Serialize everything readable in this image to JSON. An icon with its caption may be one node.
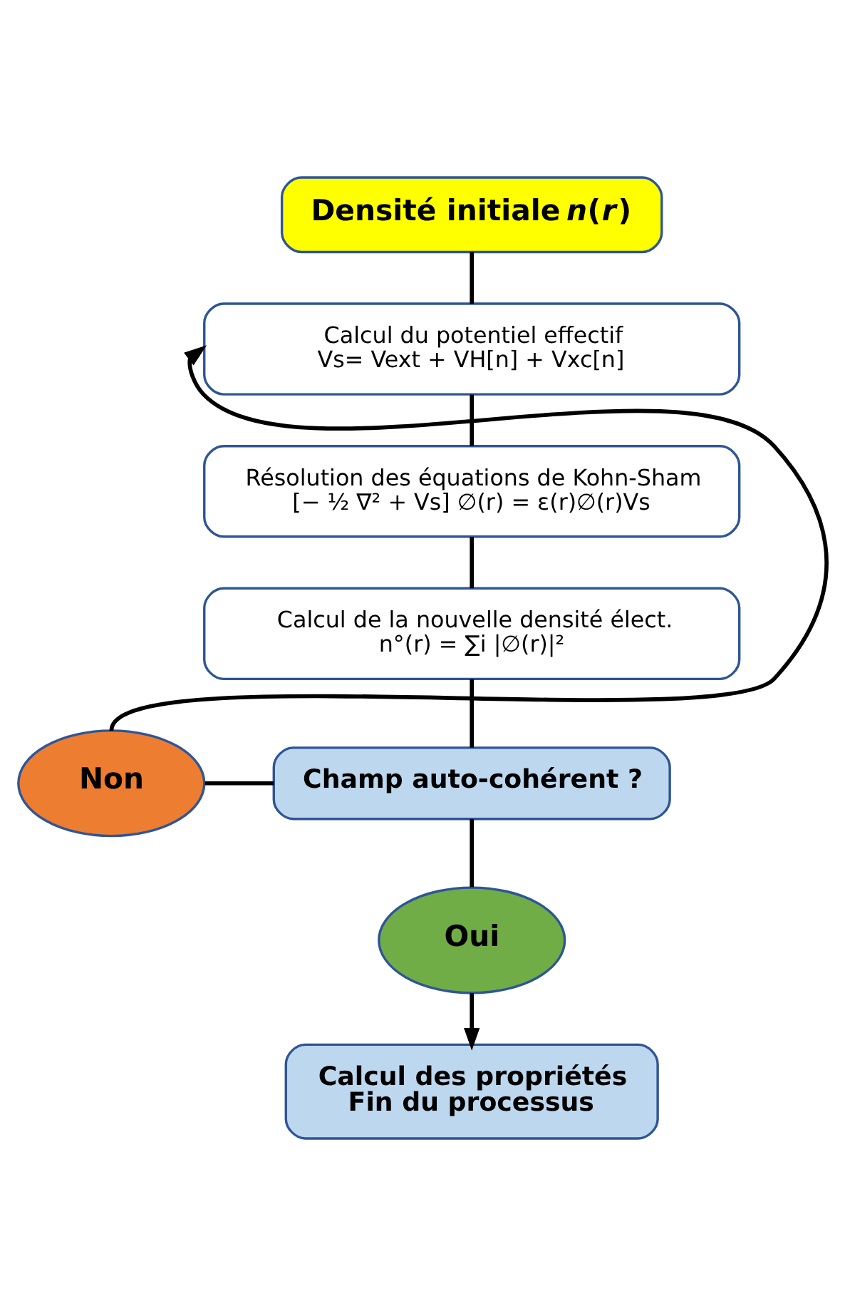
{
  "diagram": {
    "nodes": [
      {
        "text": [
          "Densité initiale *n*(*r*)"
        ]
      },
      {
        "text": [
          "Calcul du potentiel effectif",
          "Vs= Vext + VH[n] + Vxc[n]"
        ]
      },
      {
        "text": [
          "Résolution des équations de Kohn-Sham",
          "[− ½ ∇² + Vs] ∅(r) = ε(r)∅(r)Vs"
        ]
      },
      {
        "text": [
          "Calcul de la nouvelle densité élect.",
          "n°(r) = ∑i |∅(r)|²"
        ]
      },
      {
        "text": [
          "Non"
        ]
      },
      {
        "text": [
          "Champ auto-cohérent ?"
        ]
      },
      {
        "text": [
          "Oui"
        ]
      },
      {
        "text": [
          "Calcul des propriétés Fin du processus"
        ]
      }
    ],
    "edges": [
      {
        "from": 0,
        "to": 1,
        "arrow": "none"
      },
      {
        "from": 4,
        "to": 1,
        "arrow": "to"
      },
      {
        "from": 1,
        "to": 2,
        "arrow": "none"
      },
      {
        "from": 2,
        "to": 3,
        "arrow": "none"
      },
      {
        "from": 3,
        "to": 5,
        "arrow": "none"
      },
      {
        "from": 4,
        "to": 5,
        "arrow": "none"
      },
      {
        "from": 5,
        "to": 6,
        "arrow": "none"
      },
      {
        "from": 6,
        "to": 7,
        "arrow": "to"
      }
    ]
  }
}
